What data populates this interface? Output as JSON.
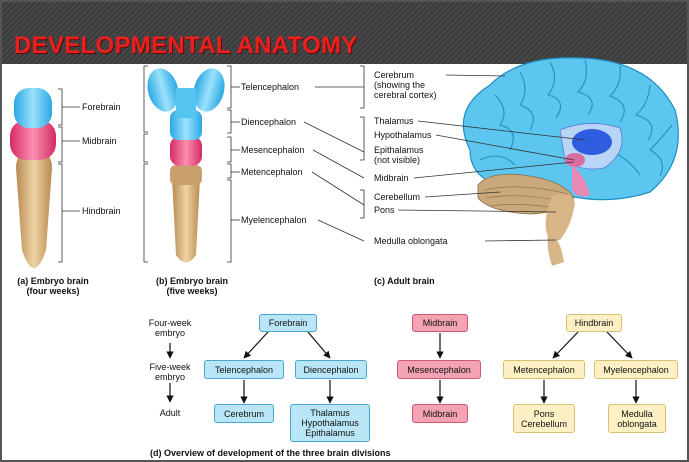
{
  "slide": {
    "title": "DEVELOPMENTAL ANATOMY"
  },
  "panel_a": {
    "labels": {
      "forebrain": "Forebrain",
      "midbrain": "Midbrain",
      "hindbrain": "Hindbrain"
    },
    "caption": "(a) Embryo brain\n(four weeks)"
  },
  "panel_b": {
    "labels": {
      "telencephalon": "Telencephalon",
      "diencephalon": "Diencephalon",
      "mesencephalon": "Mesencephalon",
      "metencephalon": "Metencephalon",
      "myelencephalon": "Myelencephalon"
    },
    "caption": "(b) Embryo brain\n(five weeks)"
  },
  "panel_c": {
    "labels": {
      "cerebrum": "Cerebrum\n(showing the\ncerebral cortex)",
      "thalamus": "Thalamus",
      "hypothalamus": "Hypothalamus",
      "epithalamus": "Epithalamus\n(not visible)",
      "midbrain": "Midbrain",
      "cerebellum": "Cerebellum",
      "pons": "Pons",
      "medulla": "Medulla oblongata"
    },
    "caption": "(c) Adult brain"
  },
  "panel_d": {
    "stages": {
      "four_week": "Four-week\nembryo",
      "five_week": "Five-week\nembryo",
      "adult": "Adult"
    },
    "boxes": {
      "forebrain": "Forebrain",
      "telencephalon": "Telencephalon",
      "diencephalon": "Diencephalon",
      "cerebrum": "Cerebrum",
      "thal_group": "Thalamus\nHypothalamus\nEpithalamus",
      "midbrain_top": "Midbrain",
      "mesencephalon": "Mesencephalon",
      "midbrain_bottom": "Midbrain",
      "hindbrain": "Hindbrain",
      "metencephalon": "Metencephalon",
      "myelencephalon": "Myelencephalon",
      "pons_cereb": "Pons\nCerebellum",
      "medulla": "Medulla\noblongata"
    },
    "caption": "(d) Overview of development of the three brain divisions"
  },
  "colors": {
    "forebrain": "#45c0f0",
    "midbrain": "#e8487a",
    "hindbrain": "#d8b27a",
    "title": "#e8201e",
    "header_bg": "#3a3a3a"
  }
}
